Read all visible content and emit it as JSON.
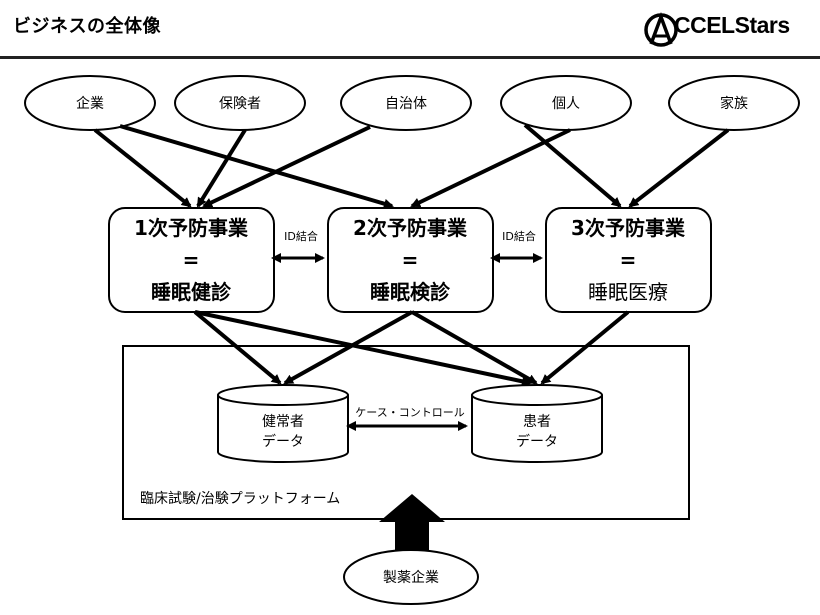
{
  "header": {
    "title": "ビジネスの全体像",
    "logo_text": "CCELStars",
    "logo_lettermark": "A"
  },
  "stakeholders": [
    "企業",
    "保険者",
    "自治体",
    "個人",
    "家族"
  ],
  "stages": [
    {
      "line1": "1次予防事業",
      "line2": "=",
      "line3": "睡眠健診"
    },
    {
      "line1": "2次予防事業",
      "line2": "=",
      "line3": "睡眠検診"
    },
    {
      "line1": "3次予防事業",
      "line2": "=",
      "line3": "睡眠医療"
    }
  ],
  "link_label": "ID結合",
  "data_stores": [
    {
      "line1": "健常者",
      "line2": "データ"
    },
    {
      "line1": "患者",
      "line2": "データ"
    }
  ],
  "case_control_label": "ケース・コントロール",
  "platform_label": "臨床試験/治験プラットフォーム",
  "pharma_label": "製薬企業",
  "colors": {
    "stroke": "#000000",
    "background": "#ffffff"
  }
}
